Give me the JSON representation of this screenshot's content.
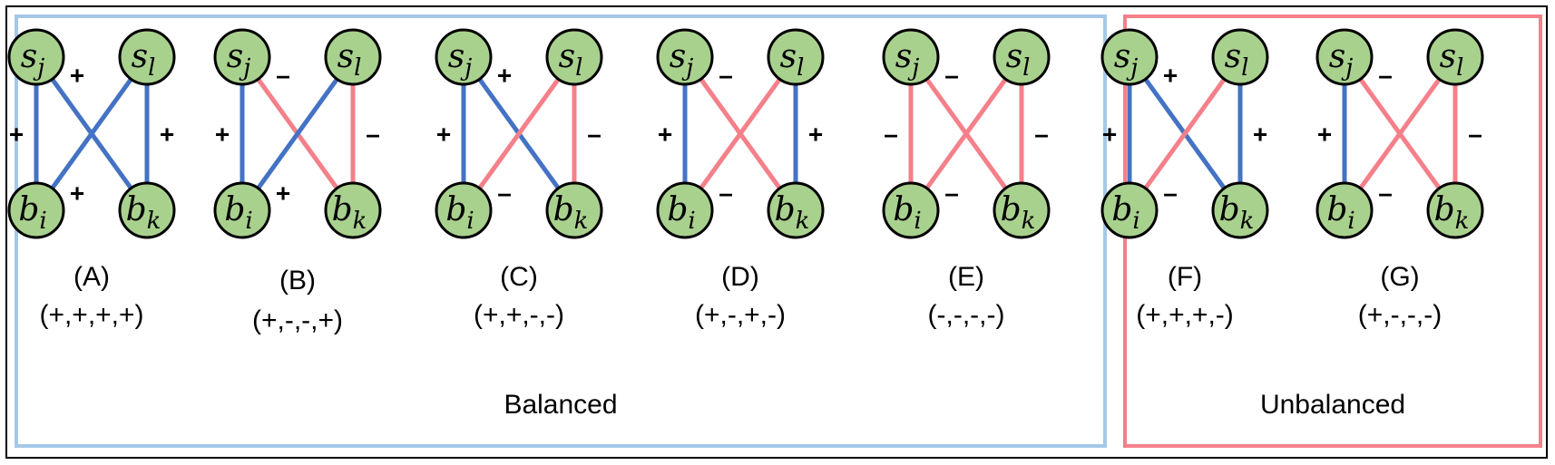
{
  "colors": {
    "positive_edge": "#4472c4",
    "negative_edge": "#f4808a",
    "node_fill": "#a9d18e",
    "node_stroke": "#000000",
    "balanced_box": "#a4c8e8",
    "unbalanced_box": "#f4808a"
  },
  "nodes": {
    "s_j": {
      "base": "s",
      "sub": "j"
    },
    "s_l": {
      "base": "s",
      "sub": "l"
    },
    "b_i": {
      "base": "b",
      "sub": "i"
    },
    "b_k": {
      "base": "b",
      "sub": "k"
    }
  },
  "groups": {
    "balanced": {
      "label": "Balanced",
      "color": "#a4c8e8"
    },
    "unbalanced": {
      "label": "Unbalanced",
      "color": "#f4808a"
    }
  },
  "panels": [
    {
      "label": "(A)",
      "signs": "(+,+,+,+)",
      "group": "balanced",
      "edges": {
        "sj_bi": "+",
        "sj_bk": "+",
        "sl_bi": "+",
        "sl_bk": "+"
      }
    },
    {
      "label": "(B)",
      "signs": "(+,-,-,+)",
      "group": "balanced",
      "edges": {
        "sj_bi": "+",
        "sj_bk": "-",
        "sl_bi": "+",
        "sl_bk": "-"
      }
    },
    {
      "label": "(C)",
      "signs": "(+,+,-,-)",
      "group": "balanced",
      "edges": {
        "sj_bi": "+",
        "sj_bk": "+",
        "sl_bi": "-",
        "sl_bk": "-"
      }
    },
    {
      "label": "(D)",
      "signs": "(+,-,+,-)",
      "group": "balanced",
      "edges": {
        "sj_bi": "+",
        "sj_bk": "-",
        "sl_bi": "-",
        "sl_bk": "+"
      }
    },
    {
      "label": "(E)",
      "signs": "(-,-,-,-)",
      "group": "balanced",
      "edges": {
        "sj_bi": "-",
        "sj_bk": "-",
        "sl_bi": "-",
        "sl_bk": "-"
      }
    },
    {
      "label": "(F)",
      "signs": "(+,+,+,-)",
      "group": "unbalanced",
      "edges": {
        "sj_bi": "+",
        "sj_bk": "+",
        "sl_bi": "-",
        "sl_bk": "+"
      }
    },
    {
      "label": "(G)",
      "signs": "(+,-,-,-)",
      "group": "unbalanced",
      "edges": {
        "sj_bi": "+",
        "sj_bk": "-",
        "sl_bi": "-",
        "sl_bk": "-"
      }
    }
  ]
}
